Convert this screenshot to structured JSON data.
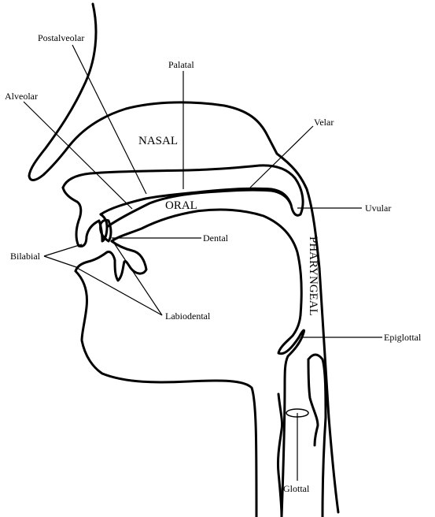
{
  "regions": {
    "nasal": "NASAL",
    "oral": "ORAL",
    "pharyngeal": "PHARYNGEAL"
  },
  "labels": {
    "postalveolar": "Postalveolar",
    "palatal": "Palatal",
    "alveolar": "Alveolar",
    "velar": "Velar",
    "uvular": "Uvular",
    "dental": "Dental",
    "bilabial": "Bilabial",
    "labiodental": "Labiodental",
    "epiglottal": "Epiglottal",
    "glottal": "Glottal"
  }
}
